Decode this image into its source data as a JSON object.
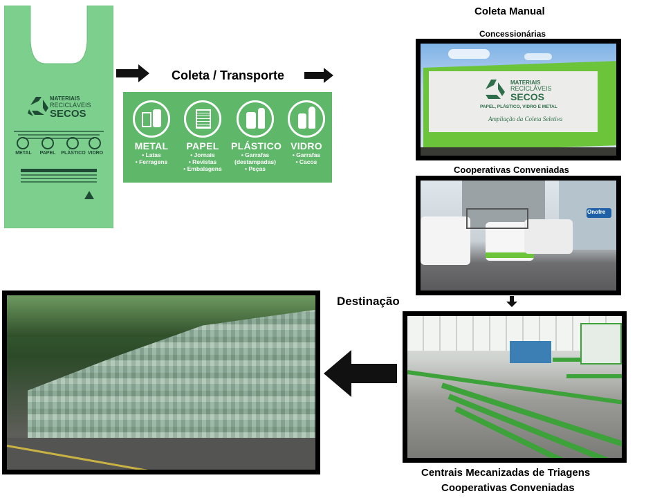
{
  "labels": {
    "coleta_transporte": "Coleta / Transporte",
    "coleta_manual": "Coleta Manual",
    "concessionarias": "Concessionárias",
    "cooperativas_conveniadas": "Cooperativas Conveniadas",
    "destinacao": "Destinação",
    "centrais_line1": "Centrais Mecanizadas de Triagens",
    "centrais_line2": "Cooperativas Conveniadas"
  },
  "bag": {
    "title1": "MATERIAIS",
    "title2": "RECICLÁVEIS",
    "title3": "SECOS",
    "categories": [
      "METAL",
      "PAPEL",
      "PLÁSTICO",
      "VIDRO"
    ]
  },
  "materials": [
    {
      "name": "METAL",
      "items": [
        "• Latas",
        "• Ferragens"
      ]
    },
    {
      "name": "PAPEL",
      "items": [
        "• Jornais",
        "• Revistas",
        "• Embalagens"
      ]
    },
    {
      "name": "PLÁSTICO",
      "items": [
        "• Garrafas",
        "(destampadas)",
        "• Peças"
      ]
    },
    {
      "name": "VIDRO",
      "items": [
        "• Garrafas",
        "• Cacos"
      ]
    }
  ],
  "truck_sign": {
    "title1": "MATERIAIS",
    "title2": "RECICLÁVEIS",
    "title3": "SECOS",
    "subtitle": "PAPEL, PLÁSTICO, VIDRO E METAL",
    "slogan": "Ampliação da Coleta Seletiva"
  },
  "store_sign": "Onofre",
  "colors": {
    "bag_green": "#7dcf8e",
    "card_green": "#5fb86a",
    "truck_green": "#6cc43a",
    "belt_green": "#3da23a"
  }
}
